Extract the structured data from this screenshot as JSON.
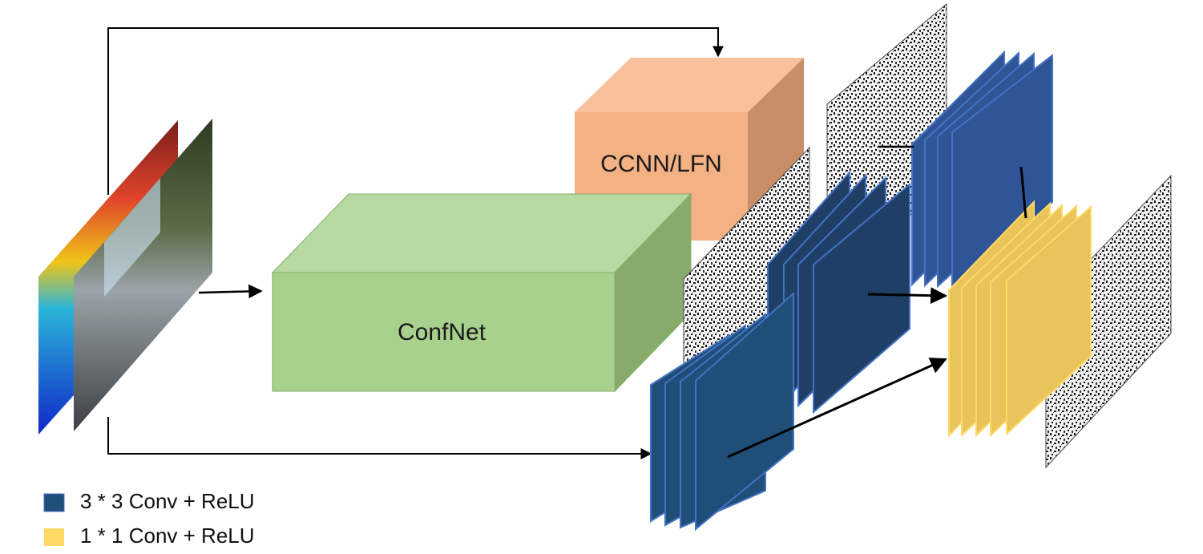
{
  "blocks": {
    "confnet_label": "ConfNet",
    "refiner_label": "CCNN/LFN"
  },
  "legend": [
    {
      "label": "3 * 3 Conv + ReLU",
      "color": "#1f4e79"
    },
    {
      "label": "1 * 1 Conv + ReLU",
      "color": "#ffd966"
    }
  ],
  "colors": {
    "confnet": "#a9d18e",
    "refiner": "#f4b183",
    "conv3x3": "#1f4e79",
    "conv1x1": "#ffd966",
    "arrow": "#000000"
  }
}
